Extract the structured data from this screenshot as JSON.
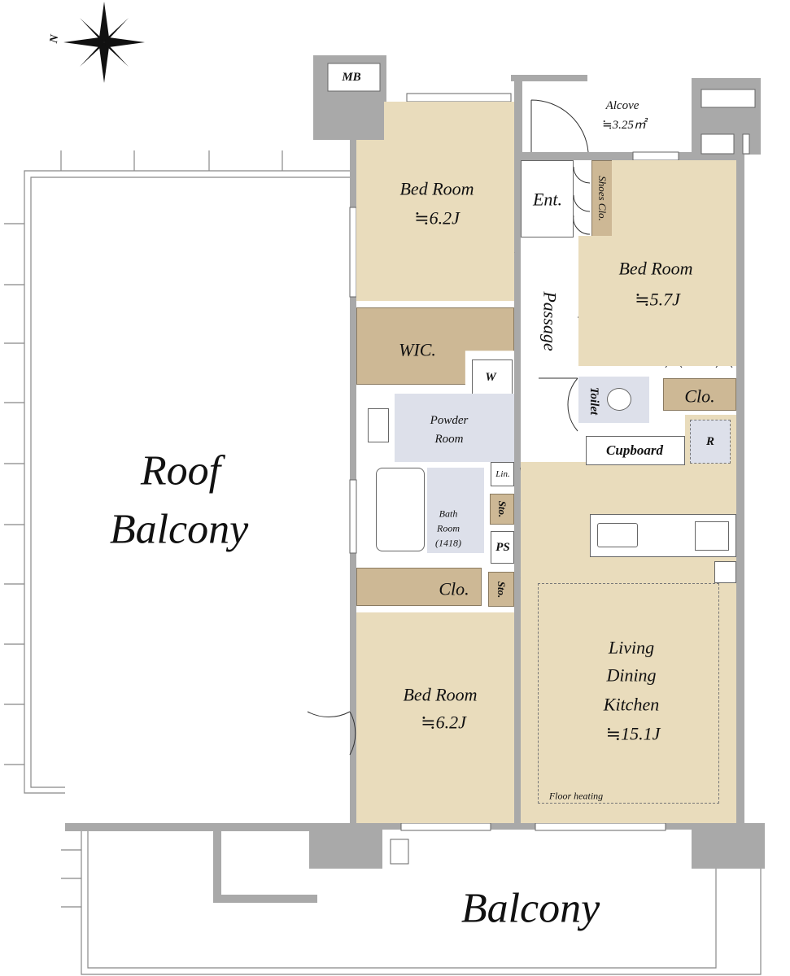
{
  "compass": {
    "north_label": "N"
  },
  "rooms": {
    "mb": "MB",
    "alcove": {
      "name": "Alcove",
      "size": "≒3.25㎡"
    },
    "bedroom_1": {
      "name": "Bed Room",
      "size": "≒6.2J"
    },
    "entrance": "Ent.",
    "shoes_closet": "Shoes Clo.",
    "bedroom_2": {
      "name": "Bed Room",
      "size": "≒5.7J"
    },
    "passage": "Passage",
    "wic": "WIC.",
    "washer": "W",
    "powder_room": {
      "line1": "Powder",
      "line2": "Room"
    },
    "toilet": "Toilet",
    "closet_right": "Clo.",
    "cupboard": "Cupboard",
    "refrigerator": "R",
    "linen": "Lin.",
    "storage_1": "Sto.",
    "bath_room": {
      "line1": "Bath",
      "line2": "Room",
      "line3": "(1418)"
    },
    "pipe_space": "PS",
    "closet_lower": "Clo.",
    "storage_2": "Sto.",
    "bedroom_3": {
      "name": "Bed Room",
      "size": "≒6.2J"
    },
    "ldk": {
      "line1": "Living",
      "line2": "Dining",
      "line3": "Kitchen",
      "size": "≒15.1J"
    },
    "floor_heating": "Floor heating",
    "roof_balcony": {
      "line1": "Roof",
      "line2": "Balcony"
    },
    "balcony": "Balcony"
  },
  "colors": {
    "room": "#e9dcbc",
    "storage": "#cdb895",
    "wet": "#dde0ea",
    "wall": "#a9a9a9"
  }
}
